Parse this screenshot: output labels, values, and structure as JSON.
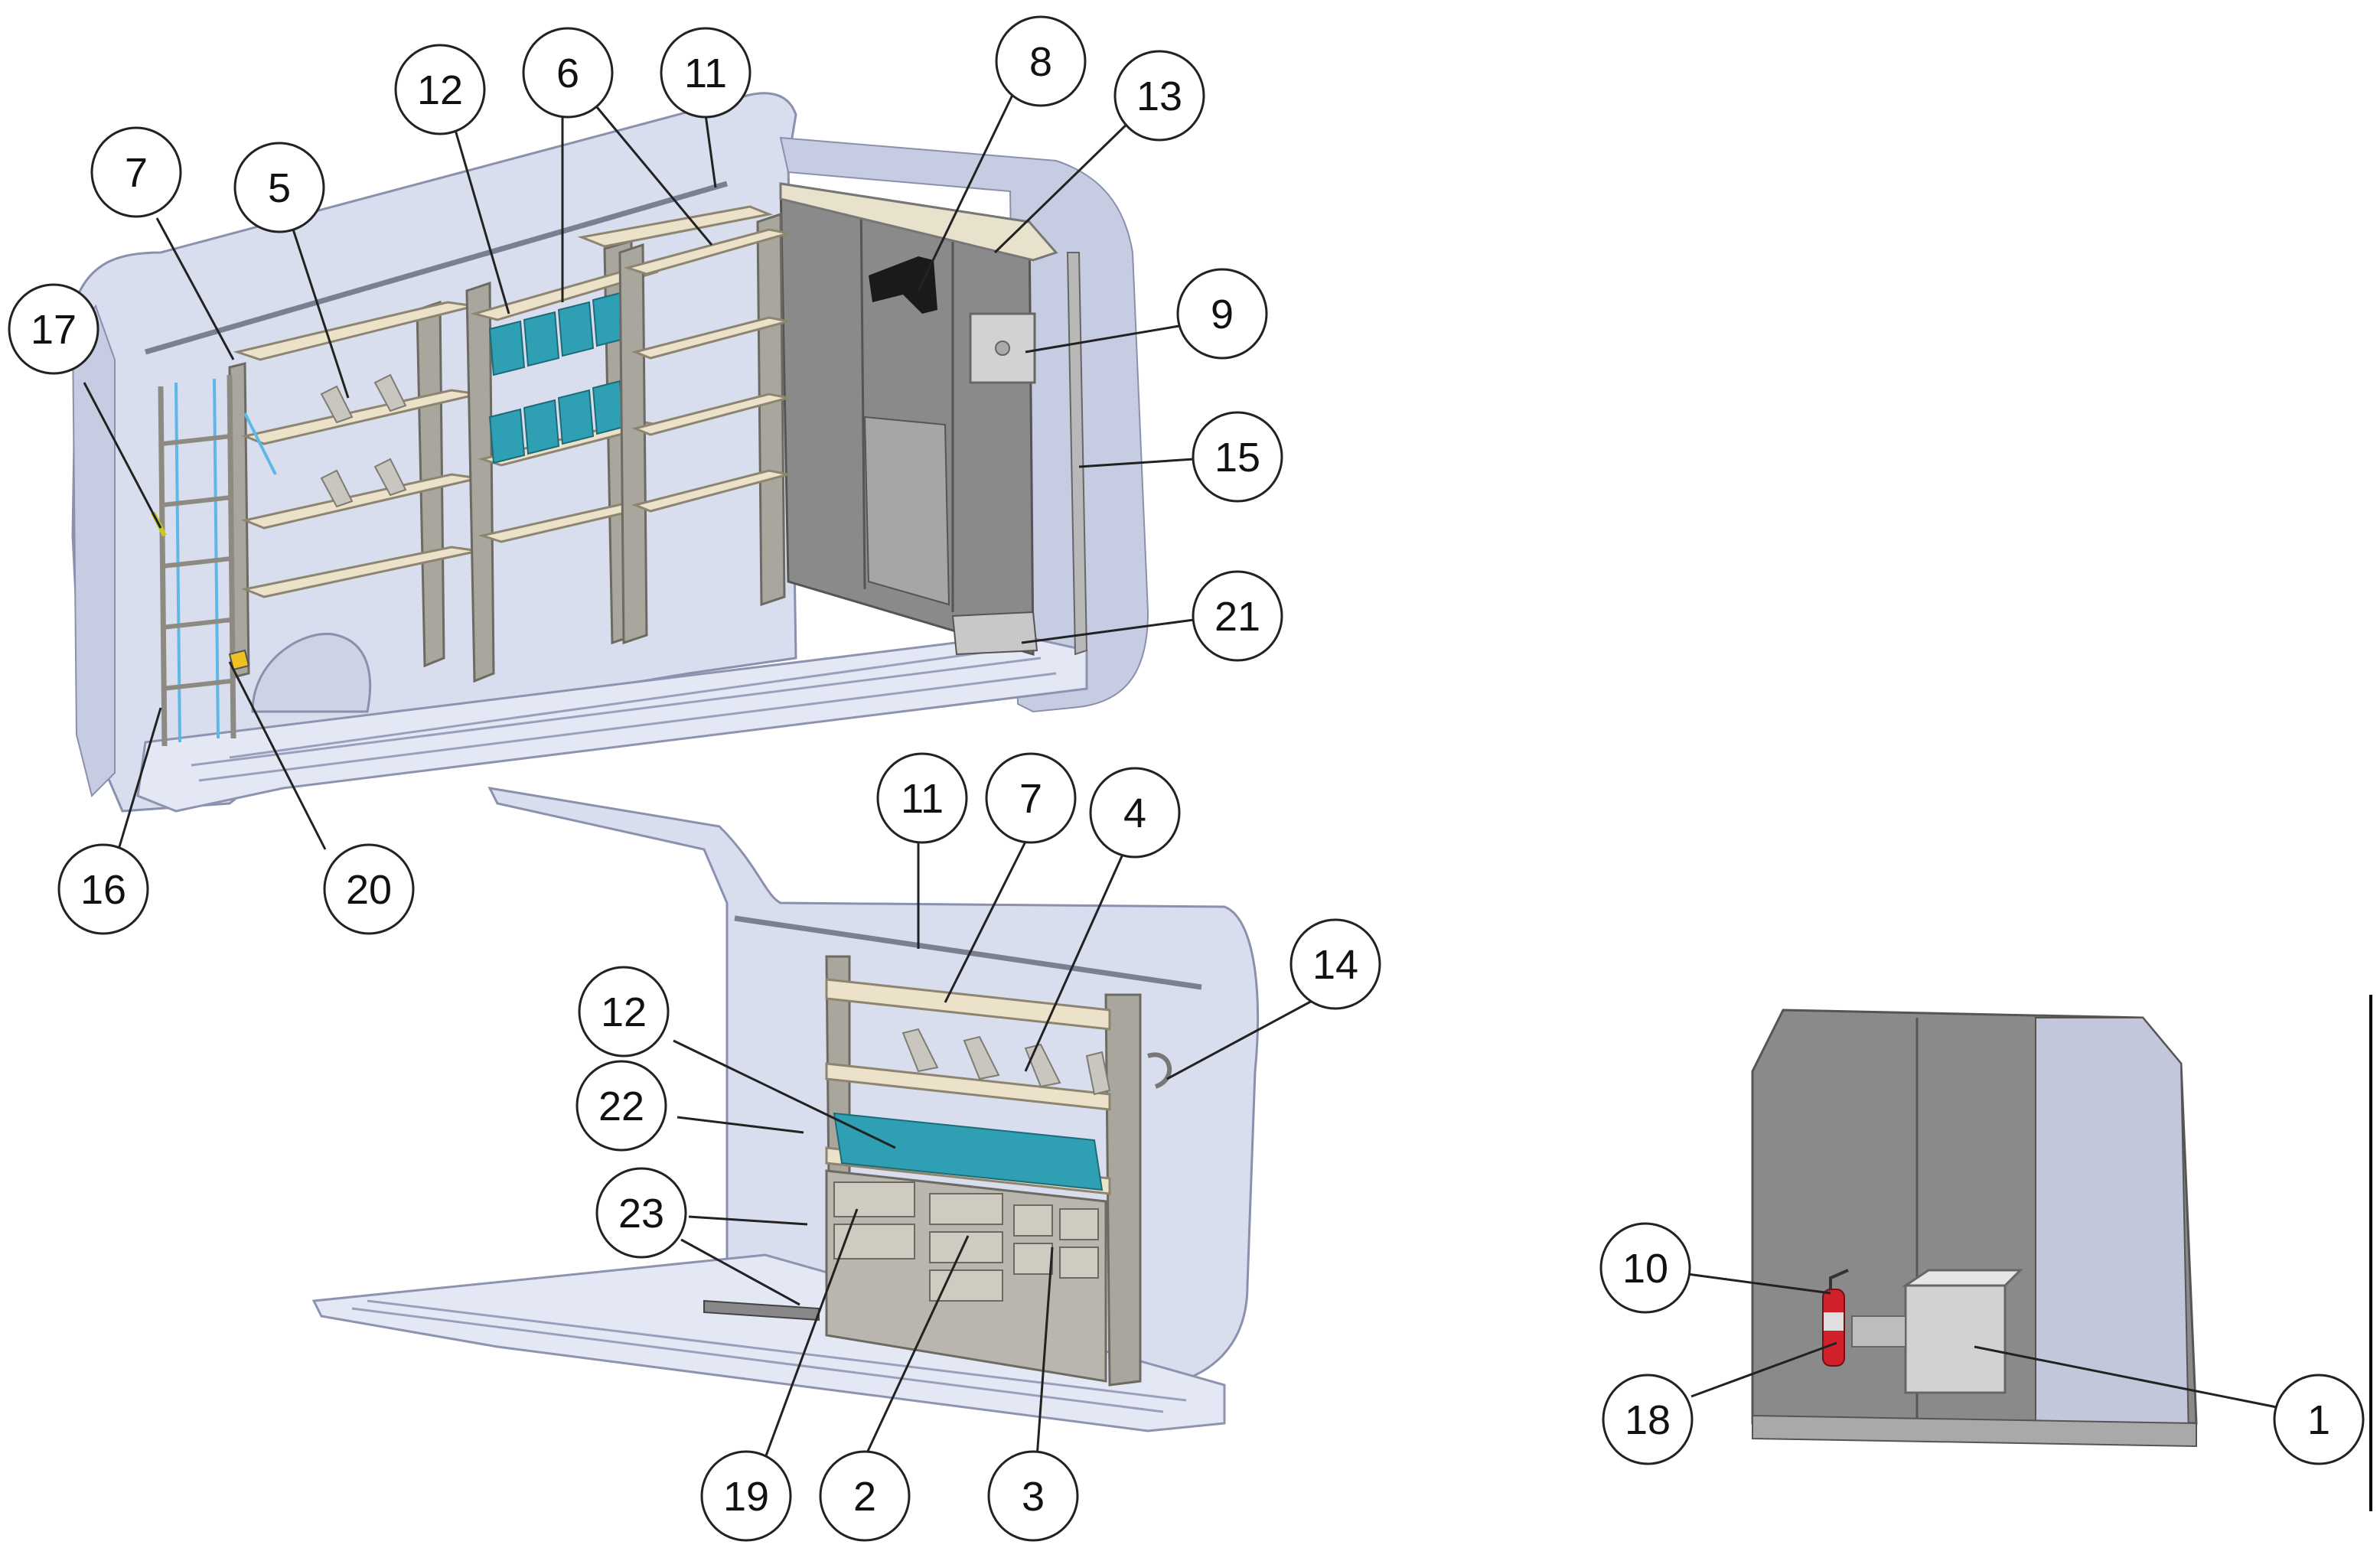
{
  "colors": {
    "van_body": "#d9deee",
    "panel": "#8a8a8a",
    "shelf": "#ece2c9",
    "bins": "#2f9fb3",
    "callout_17": "#8a8a2a",
    "extinguisher": "#d0202a"
  },
  "callouts": [
    {
      "id": "c-7a",
      "label": "7"
    },
    {
      "id": "c-5",
      "label": "5"
    },
    {
      "id": "c-12a",
      "label": "12"
    },
    {
      "id": "c-6",
      "label": "6"
    },
    {
      "id": "c-11a",
      "label": "11"
    },
    {
      "id": "c-8",
      "label": "8"
    },
    {
      "id": "c-13",
      "label": "13"
    },
    {
      "id": "c-9",
      "label": "9"
    },
    {
      "id": "c-15",
      "label": "15"
    },
    {
      "id": "c-21",
      "label": "21"
    },
    {
      "id": "c-17",
      "label": "17"
    },
    {
      "id": "c-16",
      "label": "16"
    },
    {
      "id": "c-20",
      "label": "20"
    },
    {
      "id": "c-11b",
      "label": "11"
    },
    {
      "id": "c-7b",
      "label": "7"
    },
    {
      "id": "c-4",
      "label": "4"
    },
    {
      "id": "c-14",
      "label": "14"
    },
    {
      "id": "c-12b",
      "label": "12"
    },
    {
      "id": "c-22",
      "label": "22"
    },
    {
      "id": "c-23",
      "label": "23"
    },
    {
      "id": "c-19",
      "label": "19"
    },
    {
      "id": "c-2",
      "label": "2"
    },
    {
      "id": "c-3",
      "label": "3"
    },
    {
      "id": "c-10",
      "label": "10"
    },
    {
      "id": "c-18",
      "label": "18"
    },
    {
      "id": "c-1",
      "label": "1"
    }
  ]
}
